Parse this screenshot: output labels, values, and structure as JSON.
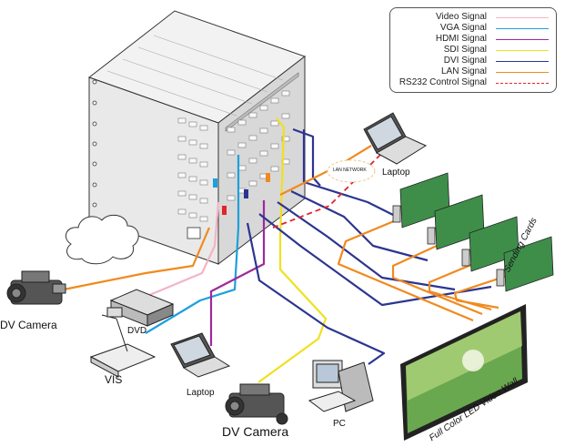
{
  "legend": {
    "items": [
      {
        "label": "Video Signal",
        "color": "#f4b4c4",
        "dashed": false
      },
      {
        "label": "VGA Signal",
        "color": "#1ea0dc",
        "dashed": false
      },
      {
        "label": "HDMI Signal",
        "color": "#9c2a9c",
        "dashed": false
      },
      {
        "label": "SDI Signal",
        "color": "#f0e020",
        "dashed": false
      },
      {
        "label": "DVI Signal",
        "color": "#2c3590",
        "dashed": false
      },
      {
        "label": "LAN Signal",
        "color": "#f08a1e",
        "dashed": false
      },
      {
        "label": "RS232 Control Signal",
        "color": "#e0262a",
        "dashed": true
      }
    ]
  },
  "devices": {
    "dv_camera_left": "DV Camera",
    "dvd": "DVD",
    "vis": "VIS",
    "laptop_bottom": "Laptop",
    "dv_camera_bottom": "DV Camera",
    "pc": "PC",
    "laptop_top": "Laptop",
    "lan_network": "LAN NETWORK",
    "sending_cards": "Sending Cards",
    "video_wall": "Full Color LED Video Wall"
  }
}
